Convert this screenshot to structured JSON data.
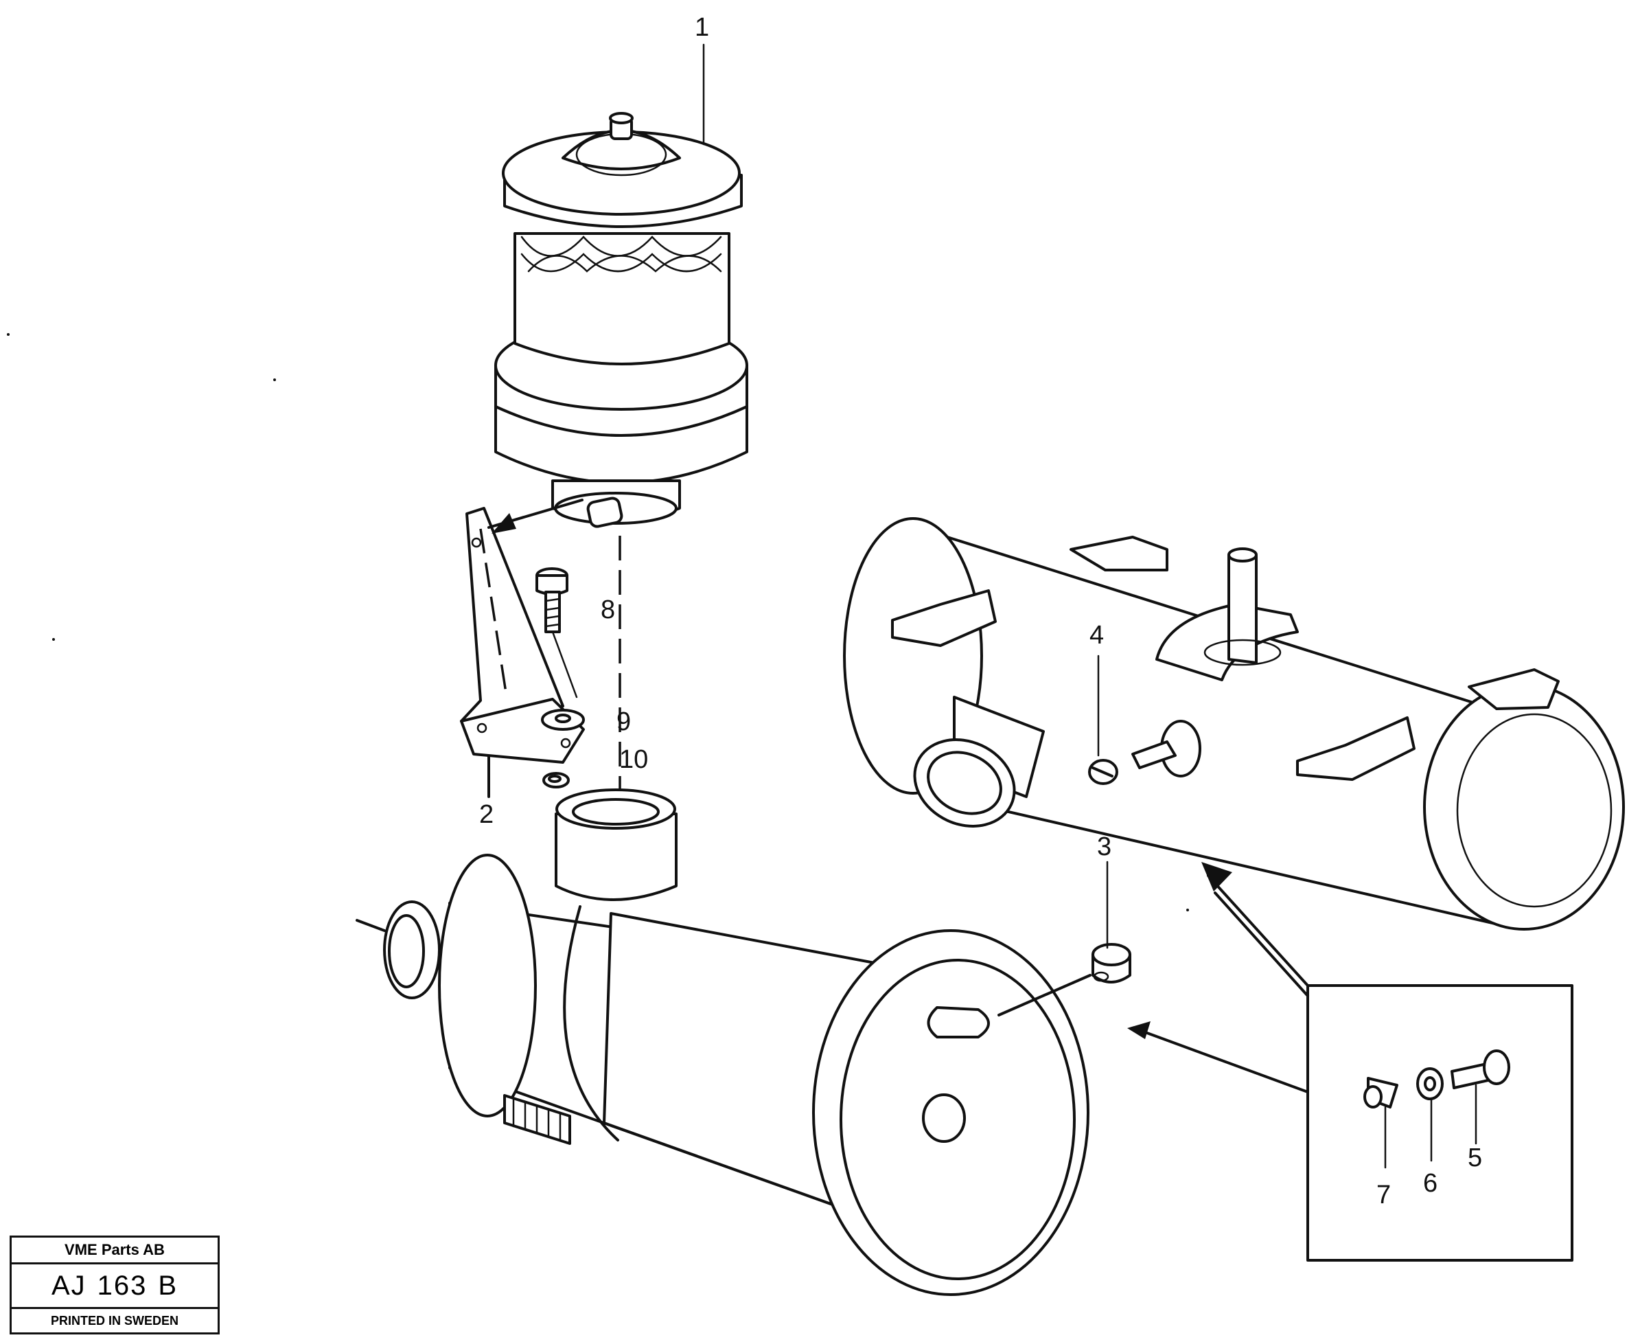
{
  "callouts": {
    "c1": "1",
    "c2": "2",
    "c3": "3",
    "c4": "4",
    "c5": "5",
    "c6": "6",
    "c7": "7",
    "c8": "8",
    "c9": "9",
    "c10": "10"
  },
  "stamp": {
    "company": "VME Parts AB",
    "code": "AJ",
    "number": "163",
    "revision": "B",
    "footer": "PRINTED IN SWEDEN"
  }
}
